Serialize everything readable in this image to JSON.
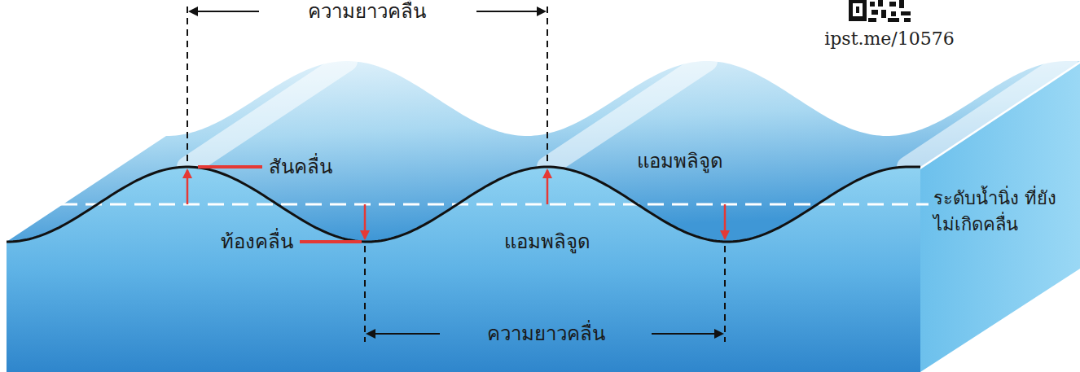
{
  "diagram": {
    "labels": [
      "ความยาวคลื่น",
      "ipst.me/10576",
      "สันคลื่น",
      "แอมพลิจูด",
      "ระดับน้ำนิ่ง ที่ยังไม่เกิดคลื่น",
      "ท้องคลื่น",
      "แอมพลิจูด",
      "ความยาวคลื่น"
    ]
  }
}
